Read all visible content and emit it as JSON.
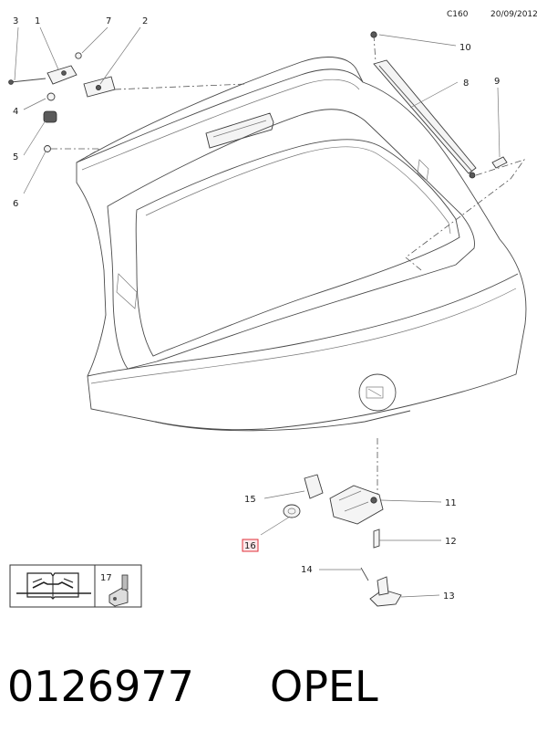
{
  "header": {
    "code": "C160",
    "date": "20/09/2012"
  },
  "callouts": [
    "1",
    "2",
    "3",
    "4",
    "5",
    "6",
    "7",
    "8",
    "9",
    "10",
    "11",
    "12",
    "13",
    "14",
    "15",
    "16",
    "17"
  ],
  "highlighted_callout": "16",
  "highlight_color": "#e0303a",
  "footer": {
    "part_number": "0126977",
    "brand": "OPEL"
  },
  "icons": [
    "workshop-manual-icon",
    "plug-connector-icon"
  ]
}
